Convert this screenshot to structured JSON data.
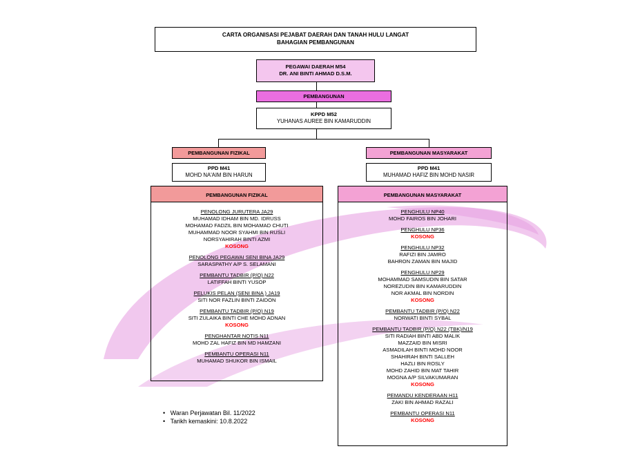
{
  "title_line1": "CARTA ORGANISASI PEJABAT DAERAH DAN TANAH HULU LANGAT",
  "title_line2": "BAHAGIAN PEMBANGUNAN",
  "pegawai": {
    "position": "PEGAWAI DAERAH M54",
    "name": "DR. ANI BINTI AHMAD  D.S.M."
  },
  "division": "PEMBANGUNAN",
  "kppd": {
    "position": "KPPD M52",
    "name": "YUHANAS AUREE BIN KAMARUDDIN"
  },
  "left": {
    "header": "PEMBANGUNAN FIZIKAL",
    "ppd_position": "PPD M41",
    "ppd_name": "MOHD NA'AIM BIN HARUN",
    "unit_header": "PEMBANGUNAN FIZIKAL",
    "groups": [
      {
        "title": "PENOLONG JURUTERA JA29",
        "members": [
          "MUHAMAD IDHAM BIN MD. IDRUSS",
          "MOHAMAD FADZIL BIN MOHAMAD CHUTI",
          "MUHAMMAD NOOR SYAHMI BIN RUSLI",
          "NORSYAHIRAH BINTI AZMI",
          "KOSONG"
        ]
      },
      {
        "title": "PENOLONG PEGAWAI SENI BINA JA29",
        "members": [
          "SARASPATHY A/P S. SELAMANI"
        ]
      },
      {
        "title": "PEMBANTU TADBIR (P/O) N22",
        "members": [
          "LATIFFAH BINTI YUSOP"
        ]
      },
      {
        "title": "PELUKIS PELAN (SENI BINA ) JA19",
        "members": [
          "SITI NOR FAZLIN BINTI ZAIDON"
        ]
      },
      {
        "title": "PEMBANTU TADBIR  (P/O) N19",
        "members": [
          "SITI ZULAIKA BINTI CHE MOHD ADNAN",
          "KOSONG"
        ]
      },
      {
        "title": "PENGHANTAR NOTIS N11",
        "members": [
          "MOHD ZAL HAFIZ BIN MD HAMZANI"
        ]
      },
      {
        "title": "PEMBANTU OPERASI N11",
        "members": [
          "MUHAMAD SHUKOR BIN ISMAIL"
        ]
      }
    ]
  },
  "right": {
    "header": "PEMBANGUNAN MASYARAKAT",
    "ppd_position": "PPD M41",
    "ppd_name": "MUHAMAD HAFIZ BIN MOHD NASIR",
    "unit_header": "PEMBANGUNAN  MASYARAKAT",
    "groups": [
      {
        "title": "PENGHULU NP40",
        "members": [
          "MOHD FAIROS BIN JOHARI"
        ]
      },
      {
        "title": "PENGHULU NP36",
        "members": [
          "KOSONG"
        ]
      },
      {
        "title": "PENGHULU NP32",
        "members": [
          "RAFIZI BIN JAMRO",
          "BAHRON ZAMAN BIN MAJID"
        ]
      },
      {
        "title": "PENGHULU NP29",
        "members": [
          "MOHAMMAD SAMSUDIN BIN SATAR",
          "NOREZUDIN BIN KAMARUDDIN",
          "NOR AKMAL BIN NORDIN",
          "KOSONG"
        ]
      },
      {
        "title": "PEMBANTU TADBIR  (P/O) N22",
        "members": [
          "NORWATI BINTI SYBAL"
        ]
      },
      {
        "title": "PEMBANTU TADBIR (P/O) N22 (TBK)/N19",
        "members": [
          "SITI RADIAH BINTI ABD MALIK",
          "MAZZAID BIN MISRI",
          "ASMADILAH BINTI MOHD NOOR",
          "SHAHIRAH BINTI SALLEH",
          "HAZLI BIN ROSLY",
          "MOHD ZAHID BIN MAT TAHIR",
          "MOGNA A/P SILVAKUMARAN",
          "KOSONG"
        ]
      },
      {
        "title": "PEMANDU KENDERAAN H11",
        "members": [
          "ZAKI BIN AHMAD RAZALI"
        ]
      },
      {
        "title": "PEMBANTU OPERASI N11",
        "members": [
          "KOSONG"
        ]
      }
    ]
  },
  "notes": [
    "Waran Perjawatan Bil. 11/2022",
    "Tarikh kemaskini: 10.8.2022"
  ],
  "colors": {
    "pink": "#f4c6ee",
    "magenta": "#ea6ee0",
    "salmon": "#f29a9a",
    "rose": "#f3a2d4",
    "vacant": "#ff0000"
  }
}
